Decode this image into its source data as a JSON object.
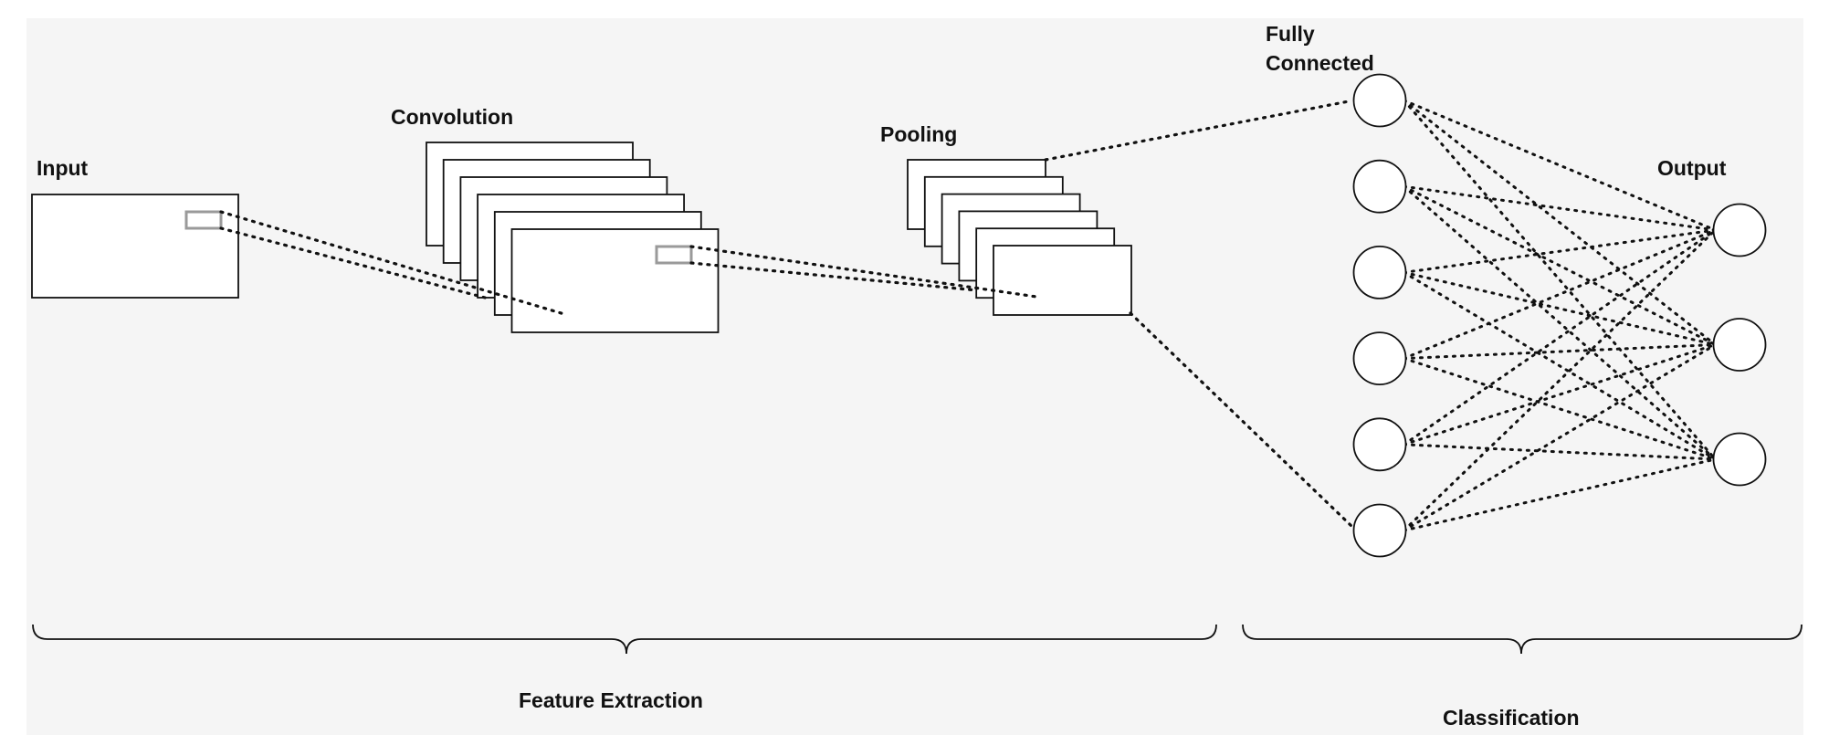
{
  "labels": {
    "input": "Input",
    "convolution": "Convolution",
    "pooling": "Pooling",
    "fully_connected_line1": "Fully",
    "fully_connected_line2": "Connected",
    "output": "Output",
    "feature_extraction": "Feature Extraction",
    "classification": "Classification"
  },
  "network": {
    "conv_feature_maps": 6,
    "pool_feature_maps": 6,
    "fully_connected_nodes": 6,
    "output_nodes": 3
  },
  "colors": {
    "background": "#f5f5f5",
    "stroke": "#111111",
    "kernel": "#9a9a9a",
    "fill": "#ffffff"
  }
}
